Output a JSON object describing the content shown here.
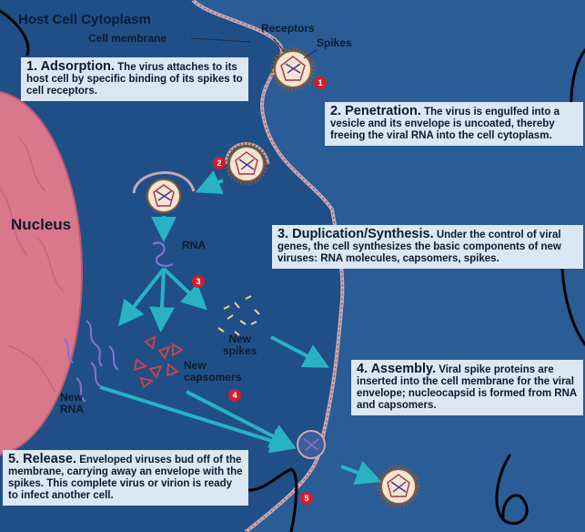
{
  "title": "Host Cell Cytoplasm",
  "labels": {
    "cell_membrane": "Cell membrane",
    "receptors": "Receptors",
    "spikes": "Spikes",
    "nucleus": "Nucleus",
    "rna": "RNA",
    "new_spikes_1": "New",
    "new_spikes_2": "spikes",
    "new_capsomers_1": "New",
    "new_capsomers_2": "capsomers",
    "new_rna_1": "New",
    "new_rna_2": "RNA"
  },
  "steps": [
    {
      "number": "1",
      "heading": "1. Adsorption.",
      "text": "The virus attaches to its host cell by specific binding of its spikes to cell receptors."
    },
    {
      "number": "2",
      "heading": "2. Penetration.",
      "text": "The virus is engulfed into a vesicle and its envelope is uncoated, thereby freeing the viral RNA into the cell cytoplasm."
    },
    {
      "number": "3",
      "heading": "3. Duplication/Synthesis.",
      "text": "Under the control of viral genes, the cell synthesizes the basic components of new viruses: RNA molecules, capsomers, spikes."
    },
    {
      "number": "4",
      "heading": "4. Assembly.",
      "text": "Viral spike proteins are inserted into the cell membrane for the viral envelope; nucleocapsid is formed from RNA and capsomers."
    },
    {
      "number": "5",
      "heading": "5. Release.",
      "text": "Enveloped viruses bud off of the membrane, carrying away an envelope with the spikes. This complete virus or virion is ready to infect another cell."
    }
  ],
  "handwriting": "6",
  "colors": {
    "cytoplasm": "#1f4f86",
    "nucleus": "#d9788a",
    "text_box": "#dbe7f3",
    "arrow": "#27b3c4",
    "badge": "#cf1f2b"
  }
}
